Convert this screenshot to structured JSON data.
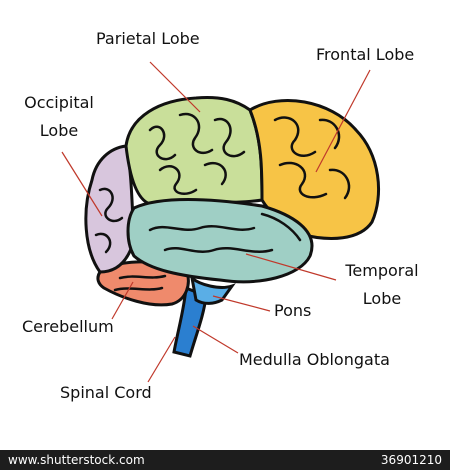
{
  "labels": {
    "parietal": "Parietal Lobe",
    "frontal": "Frontal Lobe",
    "occipital_1": "Occipital",
    "occipital_2": "Lobe",
    "temporal_1": "Temporal",
    "temporal_2": "Lobe",
    "pons": "Pons",
    "cerebellum": "Cerebellum",
    "medulla": "Medulla Oblongata",
    "spinal": "Spinal Cord"
  },
  "footer": {
    "site": "www.shutterstock.com",
    "id": "36901210"
  },
  "colors": {
    "parietal": "#c9df9a",
    "frontal": "#f7c446",
    "occipital": "#d8c6dd",
    "temporal": "#9fcfc5",
    "cerebellum": "#ef8a6c",
    "brainstem": "#3f96d8",
    "leader_line": "#c0392b",
    "outline": "#111111"
  }
}
